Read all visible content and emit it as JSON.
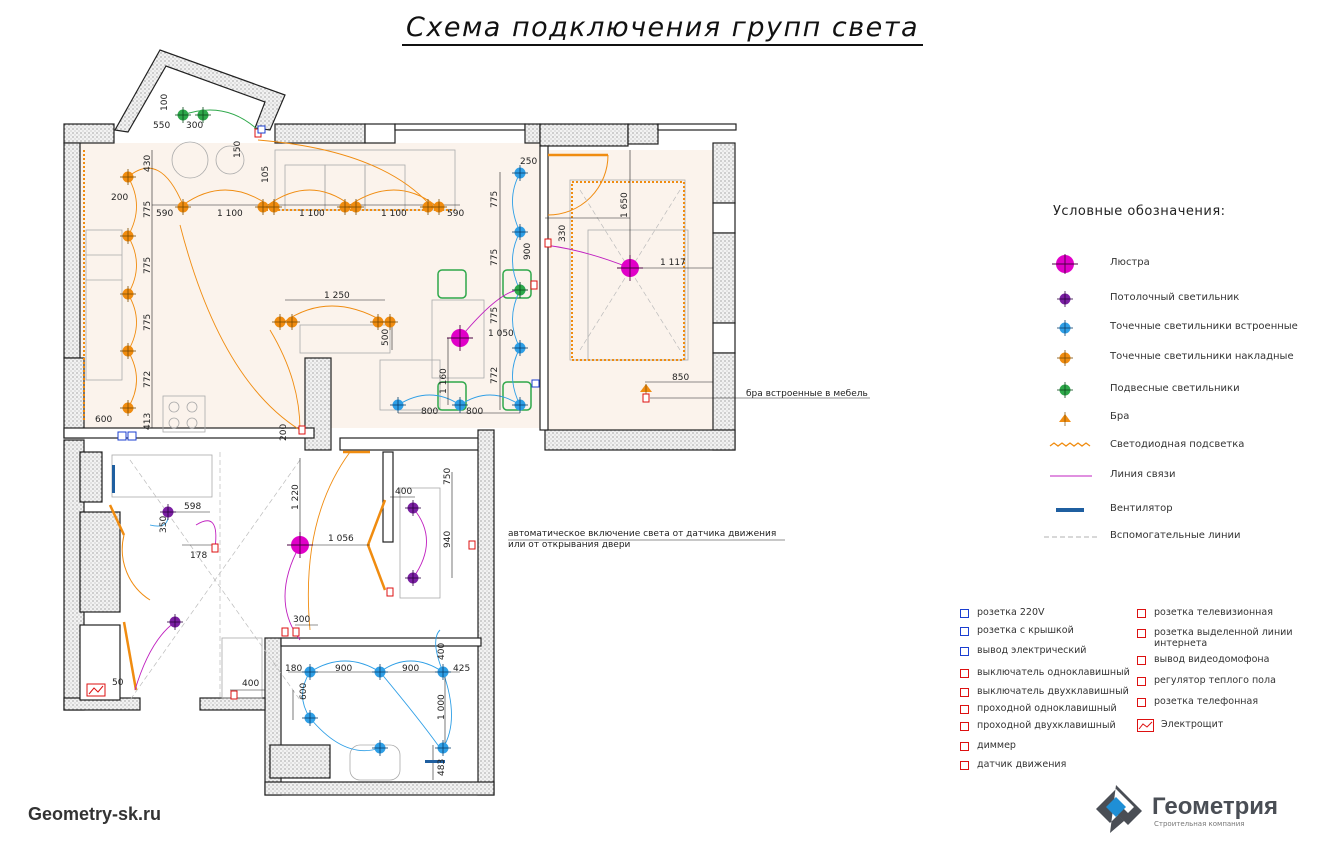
{
  "title": "Схема подключения групп света",
  "legend": {
    "title": "Условные обозначения:",
    "items": [
      {
        "icon": "chandelier-icon",
        "label": "Люстра",
        "color": "#e000c8"
      },
      {
        "icon": "ceiling-light-icon",
        "label": "Потолочный светильник",
        "color": "#7a1fa2"
      },
      {
        "icon": "recessed-spot-icon",
        "label": "Точечные светильники встроенные",
        "color": "#2f9fe6"
      },
      {
        "icon": "surface-spot-icon",
        "label": "Точечные светильники накладные",
        "color": "#f08c10"
      },
      {
        "icon": "pendant-light-icon",
        "label": "Подвесные светильники",
        "color": "#2ea84a"
      },
      {
        "icon": "sconce-icon",
        "label": "Бра",
        "color": "#f08c10"
      },
      {
        "icon": "led-strip-icon",
        "label": "Светодиодная подсветка",
        "color": "#f08c10"
      },
      {
        "icon": "link-line-icon",
        "label": "Линия связи",
        "color": "#c020c0"
      },
      {
        "icon": "fan-icon",
        "label": "Вентилятор",
        "color": "#1f5fa0"
      },
      {
        "icon": "aux-line-icon",
        "label": "Вспомогательные линии",
        "color": "#999999"
      }
    ]
  },
  "symbols_left": [
    {
      "icon": "socket-220-icon",
      "label": "розетка 220V",
      "color": "#1b3fd0"
    },
    {
      "icon": "socket-cover-icon",
      "label": "розетка с крышкой",
      "color": "#1b3fd0"
    },
    {
      "icon": "electrical-outlet-icon",
      "label": "вывод электрический",
      "color": "#1b3fd0"
    },
    {
      "icon": "switch-single-icon",
      "label": "выключатель одноклавишный",
      "color": "#d11111"
    },
    {
      "icon": "switch-double-icon",
      "label": "выключатель двухклавишный",
      "color": "#d11111"
    },
    {
      "icon": "passthrough-single-icon",
      "label": "проходной одноклавишный",
      "color": "#d11111"
    },
    {
      "icon": "passthrough-double-icon",
      "label": "проходной двухклавишный",
      "color": "#d11111"
    },
    {
      "icon": "dimmer-icon",
      "label": "диммер",
      "color": "#d11111"
    },
    {
      "icon": "motion-sensor-icon",
      "label": "датчик движения",
      "color": "#d11111"
    }
  ],
  "symbols_right": [
    {
      "icon": "tv-socket-icon",
      "label": "розетка телевизионная",
      "color": "#d11111"
    },
    {
      "icon": "internet-socket-icon",
      "label": "розетка выделенной линии интернета",
      "color": "#d11111"
    },
    {
      "icon": "intercom-outlet-icon",
      "label": "вывод видеодомофона",
      "color": "#d11111"
    },
    {
      "icon": "floor-heating-icon",
      "label": "регулятор теплого пола",
      "color": "#d11111"
    },
    {
      "icon": "phone-socket-icon",
      "label": "розетка телефонная",
      "color": "#d11111"
    },
    {
      "icon": "electrical-panel-icon",
      "label": "Электрощит",
      "color": "#d11111"
    }
  ],
  "callouts": {
    "sconce_note": "бра встроенные в мебель",
    "motion_note_1": "автоматическое включение света от датчика движения",
    "motion_note_2": "или от открывания двери"
  },
  "dimensions": {
    "d100": "100",
    "d550": "550",
    "d300a": "300",
    "d150": "150",
    "d430": "430",
    "d200a": "200",
    "d105": "105",
    "d775a": "775",
    "d590a": "590",
    "d1100a": "1 100",
    "d1100b": "1 100",
    "d1100c": "1 100",
    "d590b": "590",
    "d775b": "775",
    "d775c": "775",
    "d772a": "772",
    "d600a": "600",
    "d413": "413",
    "d1250": "1 250",
    "d500": "500",
    "d200b": "200",
    "d250": "250",
    "d775d": "775",
    "d330": "330",
    "d900a": "900",
    "d775e": "775",
    "d775f": "775",
    "d1050": "1 050",
    "d1160": "1 160",
    "d772b": "772",
    "d800a": "800",
    "d800b": "800",
    "d1650": "1 650",
    "d1117": "1 117",
    "d850": "850",
    "d598": "598",
    "d350": "350",
    "d178": "178",
    "d1220": "1 220",
    "d1056": "1 056",
    "d400a": "400",
    "d750": "750",
    "d940": "940",
    "d300b": "300",
    "d180": "180",
    "d900b": "900",
    "d900c": "900",
    "d425": "425",
    "d400b": "400",
    "d600b": "600",
    "d1000": "1 000",
    "d483": "483",
    "d50": "50",
    "d400c": "400"
  },
  "footer": {
    "site": "Geometry-sk.ru",
    "logo_name": "Геометрия",
    "logo_sub": "Строительная компания"
  }
}
